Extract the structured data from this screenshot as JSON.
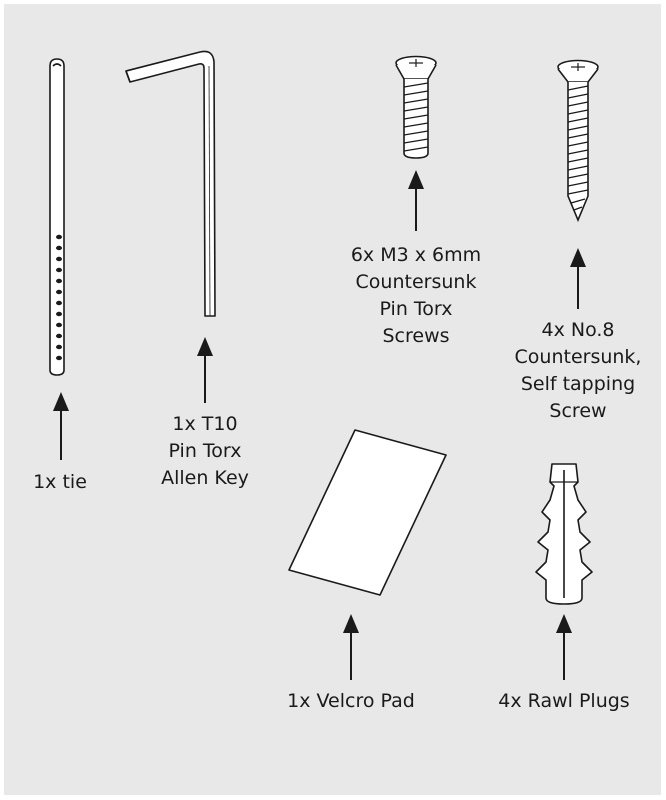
{
  "colors": {
    "panel": "#e8e8e9",
    "ink": "#1a1a1a",
    "part_fill": "#ffffff"
  },
  "items": [
    {
      "icon": "cable-tie-icon",
      "lines": [
        "1x tie"
      ]
    },
    {
      "icon": "allen-key-icon",
      "lines": [
        "1x T10",
        "Pin Torx",
        "Allen Key"
      ]
    },
    {
      "icon": "m3-screw-icon",
      "lines": [
        "6x M3 x 6mm",
        "Countersunk",
        "Pin Torx",
        "Screws"
      ]
    },
    {
      "icon": "self-tapping-screw-icon",
      "lines": [
        "4x No.8",
        "Countersunk,",
        "Self tapping",
        "Screw"
      ]
    },
    {
      "icon": "velcro-pad-icon",
      "lines": [
        "1x Velcro Pad"
      ]
    },
    {
      "icon": "rawl-plug-icon",
      "lines": [
        "4x Rawl Plugs"
      ]
    }
  ]
}
